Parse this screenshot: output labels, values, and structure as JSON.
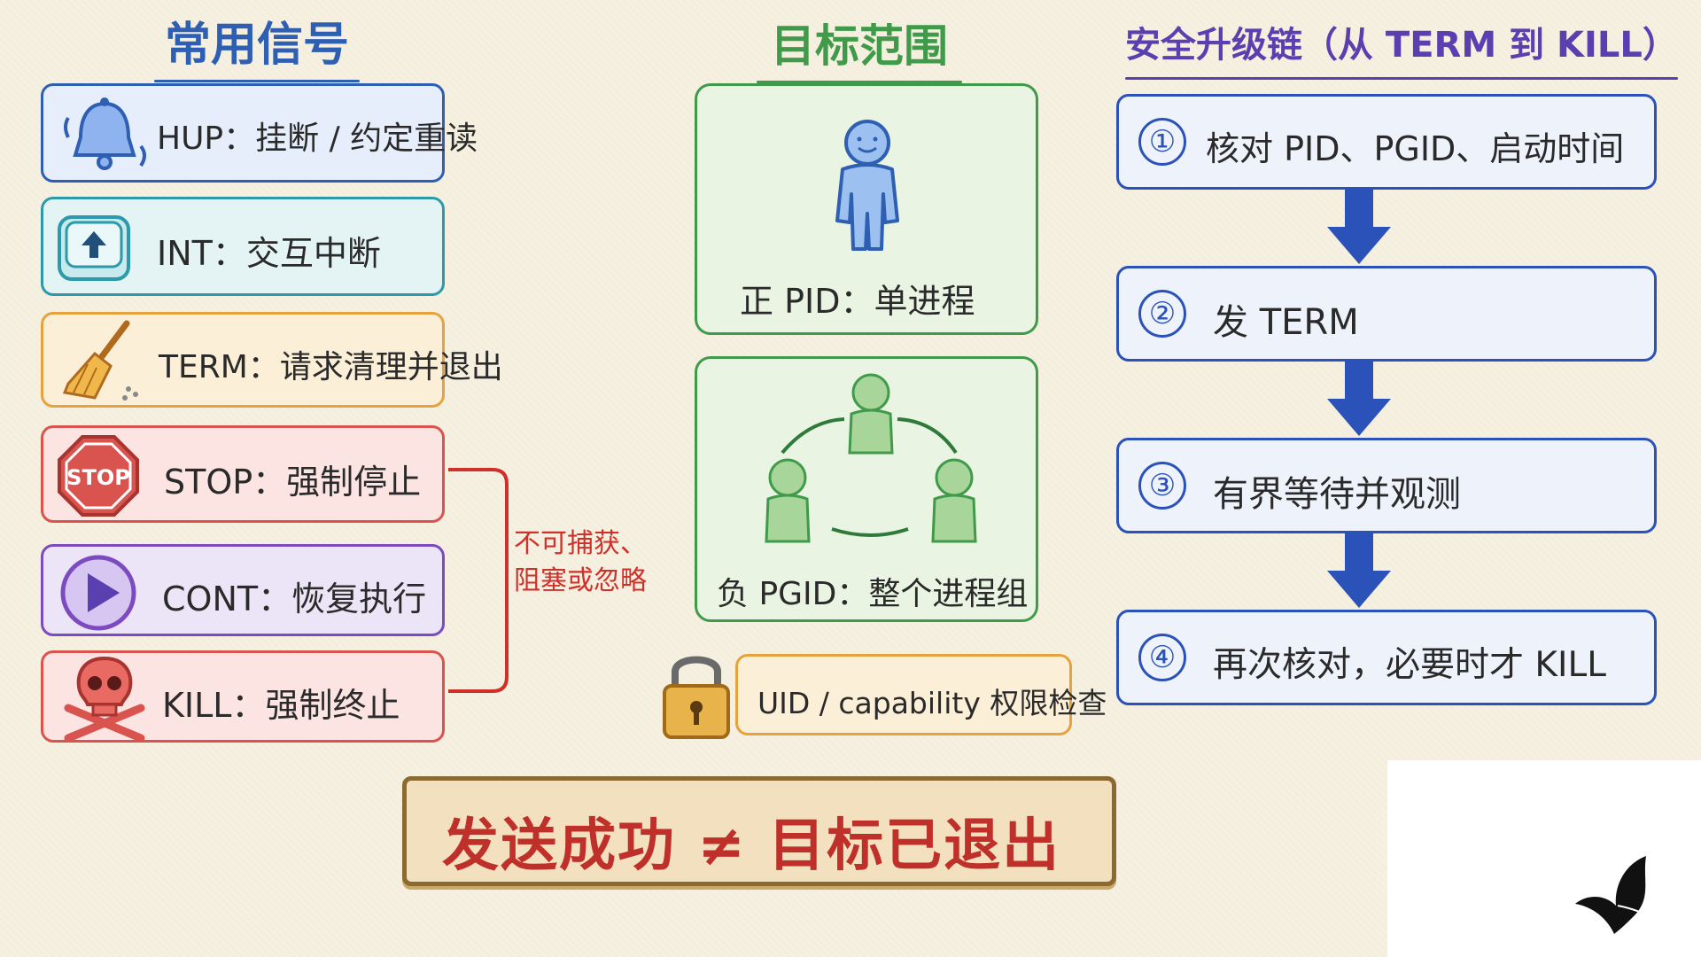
{
  "headings": {
    "signals": "常用信号",
    "scope": "目标范围",
    "chain": "安全升级链（从 TERM 到 KILL）"
  },
  "signals": [
    {
      "label": "HUP：挂断 / 约定重读",
      "icon": "bell-icon",
      "color": "#2f5fb3"
    },
    {
      "label": "INT：交互中断",
      "icon": "up-key-icon",
      "color": "#2c9aa8"
    },
    {
      "label": "TERM：请求清理并退出",
      "icon": "broom-icon",
      "color": "#e6a23c"
    },
    {
      "label": "STOP：强制停止",
      "icon": "stop-sign-icon",
      "color": "#d9534f"
    },
    {
      "label": "CONT：恢复执行",
      "icon": "play-icon",
      "color": "#7b4bbf"
    },
    {
      "label": "KILL：强制终止",
      "icon": "skull-icon",
      "color": "#d9534f"
    }
  ],
  "stop_kill_note": {
    "line1": "不可捕获、",
    "line2": "阻塞或忽略",
    "color": "#d0302a"
  },
  "scope": {
    "pid_label": "正 PID：单进程",
    "pgid_label": "负 PGID：整个进程组",
    "permission_label": "UID / capability 权限检查",
    "color": "#3f9a4a"
  },
  "chain": {
    "color": "#2a52b8",
    "steps": [
      {
        "num": "①",
        "label": "核对 PID、PGID、启动时间"
      },
      {
        "num": "②",
        "label": "发 TERM"
      },
      {
        "num": "③",
        "label": "有界等待并观测"
      },
      {
        "num": "④",
        "label": "再次核对，必要时才 KILL"
      }
    ]
  },
  "banner": "发送成功 ≠ 目标已退出",
  "logo": "butterfly-logo-icon"
}
